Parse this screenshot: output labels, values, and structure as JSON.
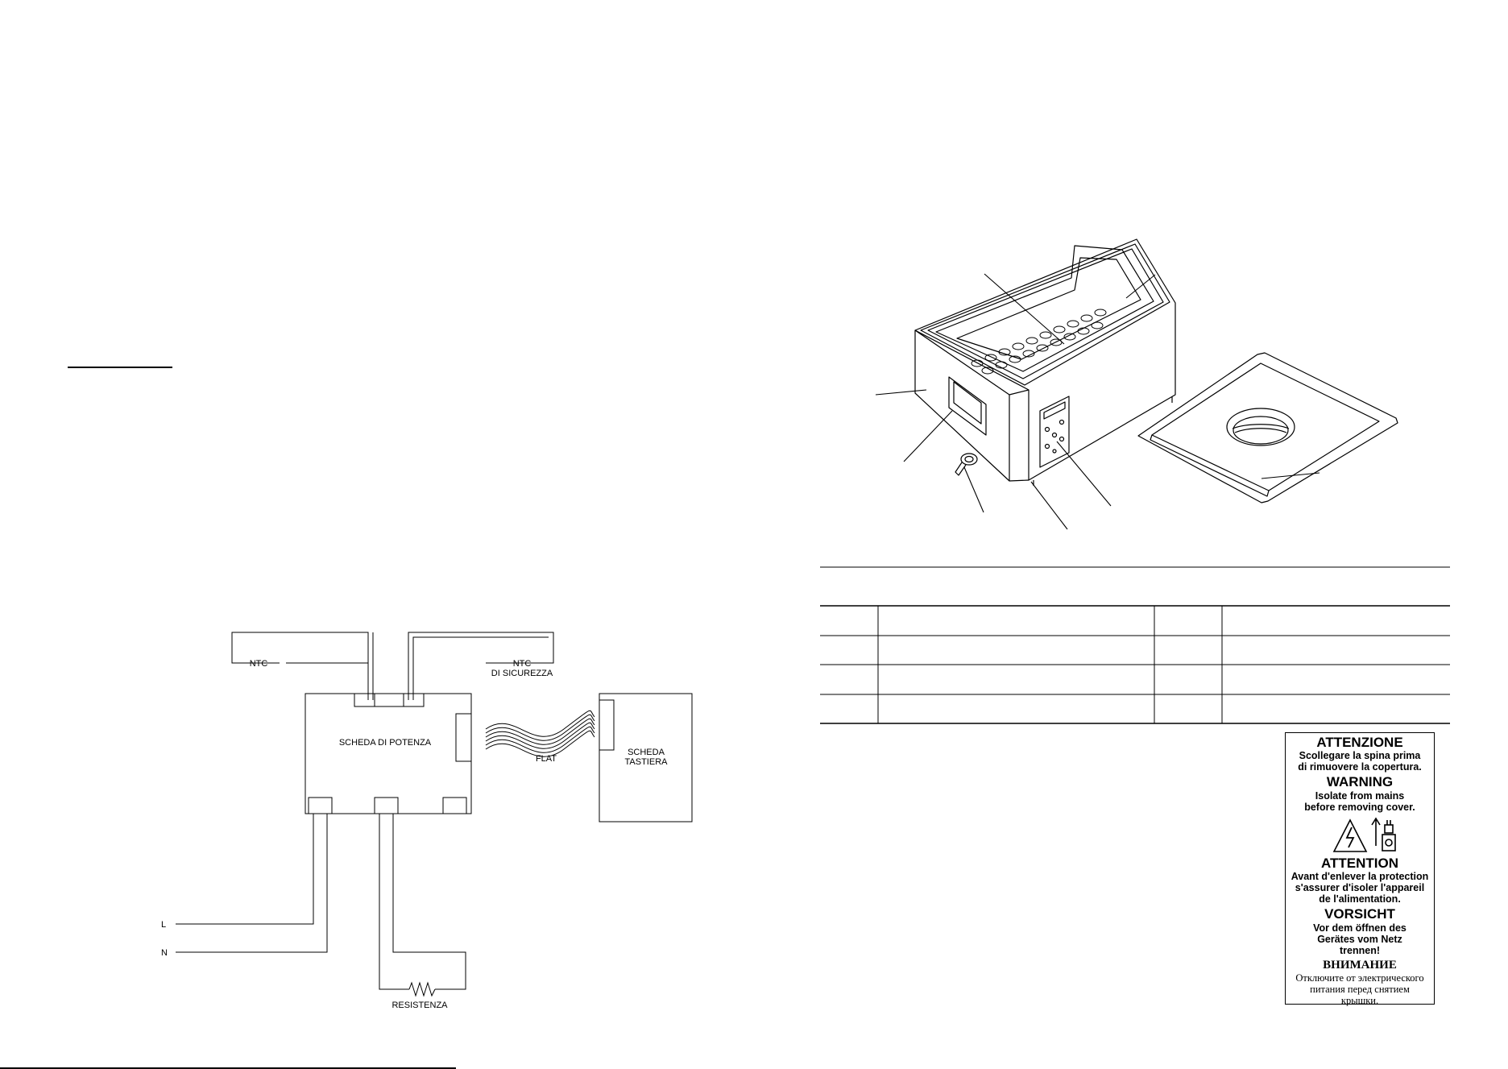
{
  "wiring": {
    "ntc": "NTC",
    "ntc_safety_line1": "NTC",
    "ntc_safety_line2": "DI SICUREZZA",
    "power_board": "SCHEDA DI POTENZA",
    "flat": "FLAT",
    "keyboard_board_line1": "SCHEDA",
    "keyboard_board_line2": "TASTIERA",
    "line_l": "L",
    "line_n": "N",
    "resistor": "RESISTENZA"
  },
  "warning_label": {
    "it_title": "ATTENZIONE",
    "it_line1": "Scollegare la spina prima",
    "it_line2": "di rimuovere la copertura.",
    "en_title": "WARNING",
    "en_line1": "Isolate from mains",
    "en_line2": "before removing cover.",
    "fr_title": "ATTENTION",
    "fr_line1": "Avant d'enlever la protection",
    "fr_line2": "s'assurer d'isoler l'appareil",
    "fr_line3": "de l'alimentation.",
    "de_title": "VORSICHT",
    "de_line1": "Vor dem öffnen des",
    "de_line2": "Gerätes vom Netz",
    "de_line3": "trennen!",
    "ru_title": "ВНИМАНИЕ",
    "ru_line1": "Отключите от электрического",
    "ru_line2": "питания перед снятием",
    "ru_line3": "крышки."
  }
}
